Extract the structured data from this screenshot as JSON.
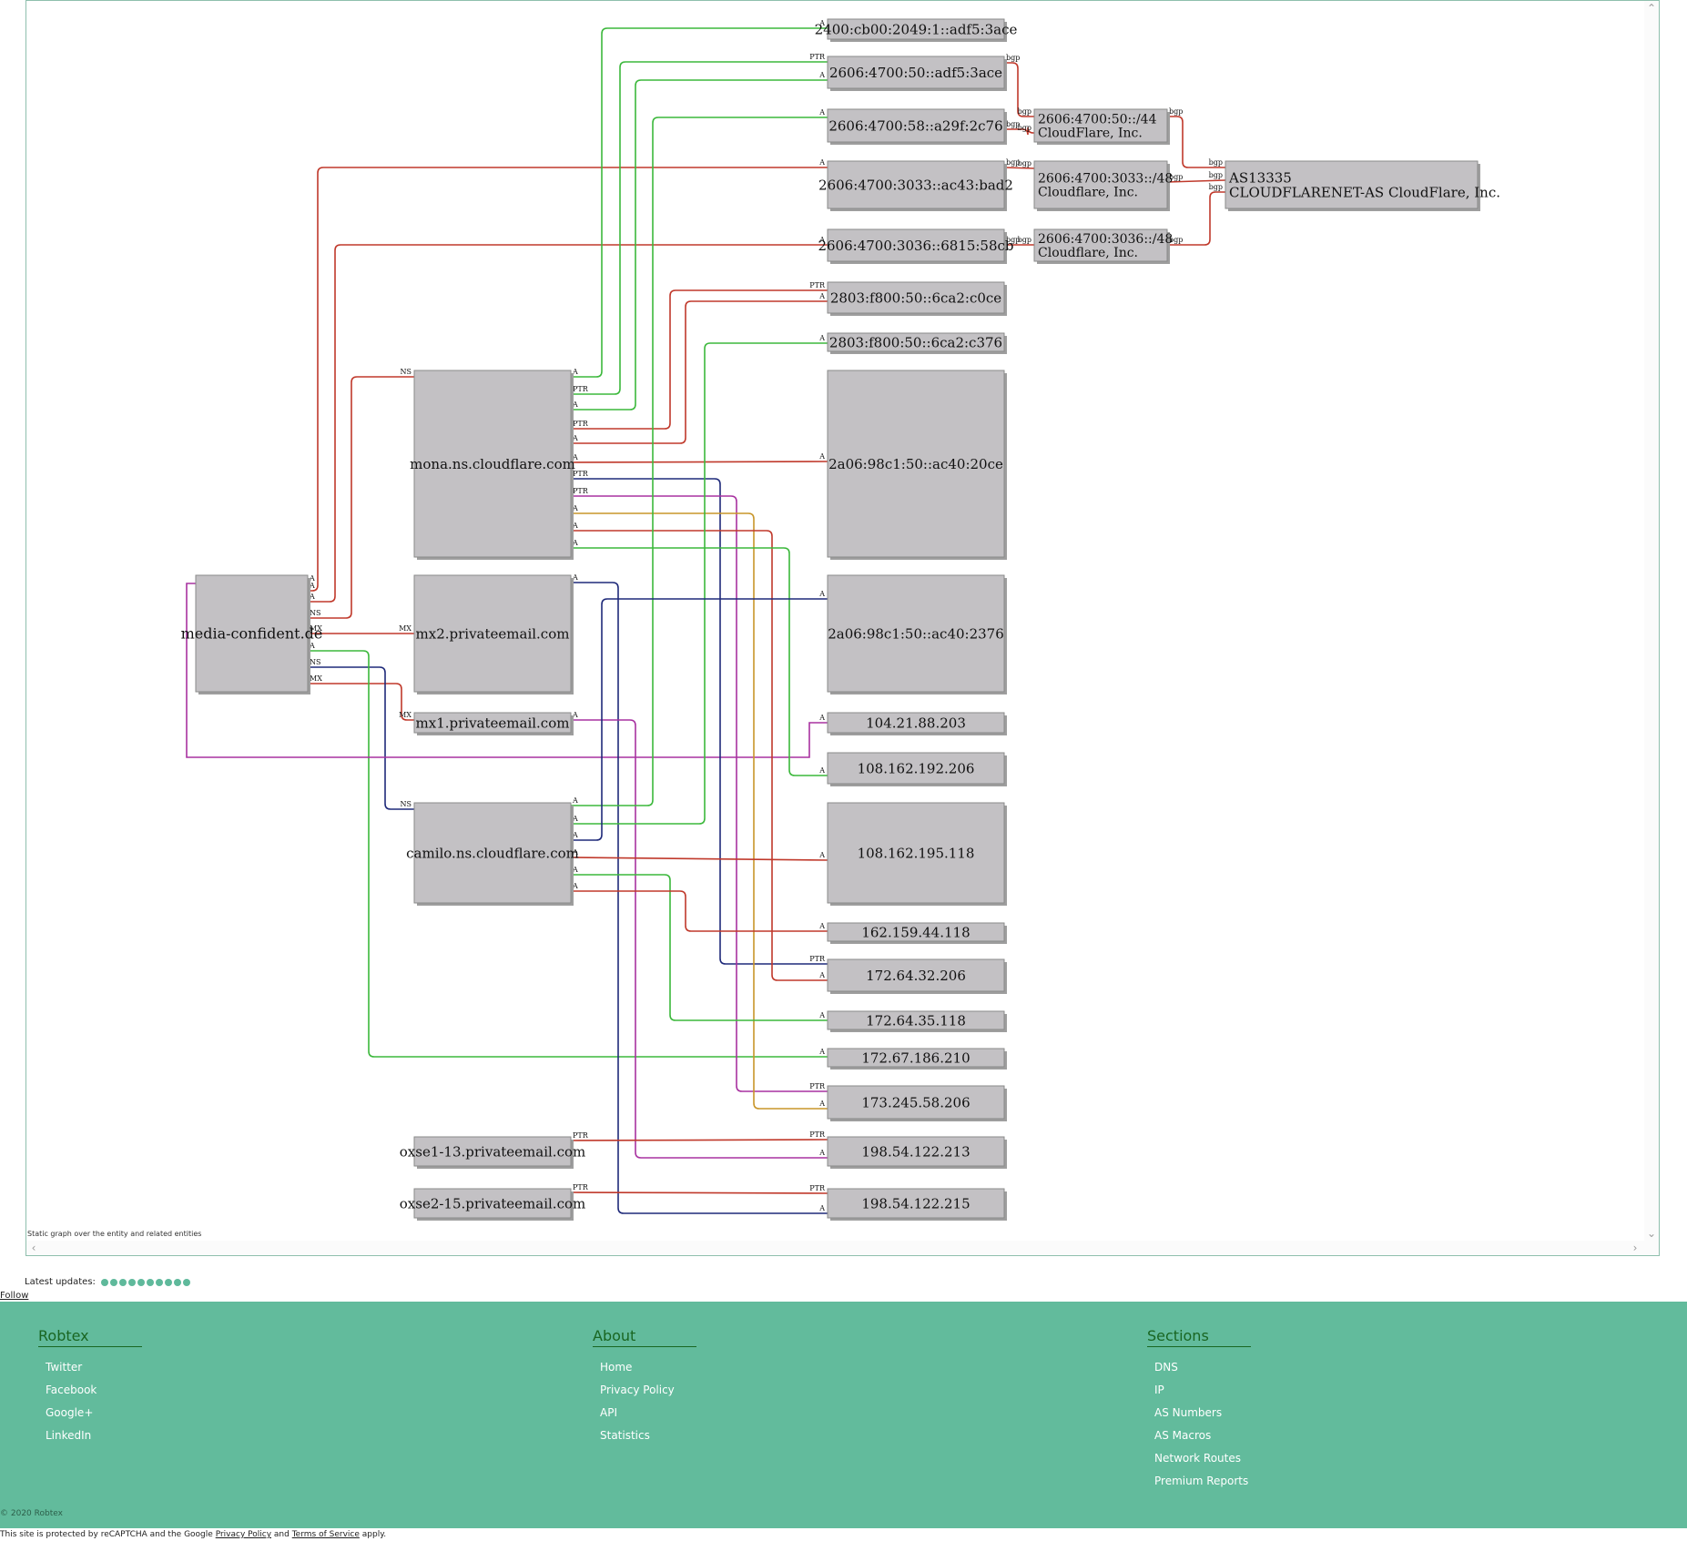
{
  "graph": {
    "nodes": [
      {
        "id": "domain",
        "lines": [
          "media-confident.de"
        ]
      },
      {
        "id": "mona",
        "lines": [
          "mona.ns.cloudflare.com"
        ]
      },
      {
        "id": "mx2",
        "lines": [
          "mx2.privateemail.com"
        ]
      },
      {
        "id": "mx1",
        "lines": [
          "mx1.privateemail.com"
        ]
      },
      {
        "id": "camilo",
        "lines": [
          "camilo.ns.cloudflare.com"
        ]
      },
      {
        "id": "oxse1",
        "lines": [
          "oxse1-13.privateemail.com"
        ]
      },
      {
        "id": "oxse2",
        "lines": [
          "oxse2-15.privateemail.com"
        ]
      },
      {
        "id": "ip-2400-adf5",
        "lines": [
          "2400:cb00:2049:1::adf5:3ace"
        ]
      },
      {
        "id": "ip-2606-adf5",
        "lines": [
          "2606:4700:50::adf5:3ace"
        ]
      },
      {
        "id": "ip-2606-a29f",
        "lines": [
          "2606:4700:58::a29f:2c76"
        ]
      },
      {
        "id": "ip-2606-ac43",
        "lines": [
          "2606:4700:3033::ac43:bad2"
        ]
      },
      {
        "id": "ip-2606-6815",
        "lines": [
          "2606:4700:3036::6815:58cb"
        ]
      },
      {
        "id": "ip-2803-c0ce",
        "lines": [
          "2803:f800:50::6ca2:c0ce"
        ]
      },
      {
        "id": "ip-2803-c376",
        "lines": [
          "2803:f800:50::6ca2:c376"
        ]
      },
      {
        "id": "ip-2a06-20ce",
        "lines": [
          "2a06:98c1:50::ac40:20ce"
        ]
      },
      {
        "id": "ip-2a06-2376",
        "lines": [
          "2a06:98c1:50::ac40:2376"
        ]
      },
      {
        "id": "ip-104",
        "lines": [
          "104.21.88.203"
        ]
      },
      {
        "id": "ip-108-206",
        "lines": [
          "108.162.192.206"
        ]
      },
      {
        "id": "ip-108-118",
        "lines": [
          "108.162.195.118"
        ]
      },
      {
        "id": "ip-162",
        "lines": [
          "162.159.44.118"
        ]
      },
      {
        "id": "ip-172-32",
        "lines": [
          "172.64.32.206"
        ]
      },
      {
        "id": "ip-172-35",
        "lines": [
          "172.64.35.118"
        ]
      },
      {
        "id": "ip-172-67",
        "lines": [
          "172.67.186.210"
        ]
      },
      {
        "id": "ip-173",
        "lines": [
          "173.245.58.206"
        ]
      },
      {
        "id": "ip-198-213",
        "lines": [
          "198.54.122.213"
        ]
      },
      {
        "id": "ip-198-215",
        "lines": [
          "198.54.122.215"
        ]
      },
      {
        "id": "net-50",
        "lines": [
          "2606:4700:50::/44",
          "CloudFlare, Inc."
        ]
      },
      {
        "id": "net-3033",
        "lines": [
          "2606:4700:3033::/48",
          "Cloudflare, Inc."
        ]
      },
      {
        "id": "net-3036",
        "lines": [
          "2606:4700:3036::/48",
          "Cloudflare, Inc."
        ]
      },
      {
        "id": "as13335",
        "lines": [
          "AS13335",
          "CLOUDFLARENET-AS CloudFlare, Inc."
        ]
      }
    ],
    "edges": [
      {
        "from": "domain",
        "to": "mona",
        "label_from": "NS",
        "label_to": "NS",
        "color": "#c0392b"
      },
      {
        "from": "domain",
        "to": "mx2",
        "label_from": "MX",
        "label_to": "MX",
        "color": "#c0392b"
      },
      {
        "from": "domain",
        "to": "mx1",
        "label_from": "MX",
        "label_to": "MX",
        "color": "#c0392b"
      },
      {
        "from": "domain",
        "to": "camilo",
        "label_from": "NS",
        "label_to": "NS",
        "color": "#1f2a7a"
      },
      {
        "from": "domain",
        "to": "ip-2606-ac43",
        "label_from": "A",
        "label_to": "A",
        "color": "#c0392b"
      },
      {
        "from": "domain",
        "to": "ip-2606-6815",
        "label_from": "A",
        "label_to": "A",
        "color": "#c0392b"
      },
      {
        "from": "domain",
        "to": "ip-172-67",
        "label_from": "A",
        "label_to": "A",
        "color": "#3cb83c"
      },
      {
        "from": "domain",
        "to": "ip-104",
        "label_from": "A",
        "label_to": "A",
        "color": "#a832a0"
      },
      {
        "from": "mona",
        "to": "ip-2400-adf5",
        "label_from": "A",
        "label_to": "A",
        "color": "#3cb83c"
      },
      {
        "from": "mona",
        "to": "ip-2606-adf5",
        "label_from": "PTR",
        "label_to": "PTR",
        "color": "#3cb83c"
      },
      {
        "from": "mona",
        "to": "ip-2606-adf5",
        "label_from": "A",
        "label_to": "A",
        "color": "#3cb83c"
      },
      {
        "from": "mona",
        "to": "ip-2803-c0ce",
        "label_from": "PTR",
        "label_to": "PTR",
        "color": "#c0392b"
      },
      {
        "from": "mona",
        "to": "ip-2803-c0ce",
        "label_from": "A",
        "label_to": "A",
        "color": "#c0392b"
      },
      {
        "from": "mona",
        "to": "ip-2a06-20ce",
        "label_from": "A",
        "label_to": "A",
        "color": "#c0392b"
      },
      {
        "from": "mona",
        "to": "ip-172-32",
        "label_from": "PTR",
        "label_to": "PTR",
        "color": "#1f2a7a"
      },
      {
        "from": "mona",
        "to": "ip-173",
        "label_from": "PTR",
        "label_to": "PTR",
        "color": "#a832a0"
      },
      {
        "from": "mona",
        "to": "ip-173",
        "label_from": "A",
        "label_to": "A",
        "color": "#c8962a"
      },
      {
        "from": "mona",
        "to": "ip-172-32",
        "label_from": "A",
        "label_to": "A",
        "color": "#c0392b"
      },
      {
        "from": "mona",
        "to": "ip-108-206",
        "label_from": "A",
        "label_to": "A",
        "color": "#3cb83c"
      },
      {
        "from": "mx2",
        "to": "ip-198-215",
        "label_from": "A",
        "label_to": "A",
        "color": "#1f2a7a"
      },
      {
        "from": "mx1",
        "to": "ip-198-213",
        "label_from": "A",
        "label_to": "A",
        "color": "#a832a0"
      },
      {
        "from": "camilo",
        "to": "ip-2606-a29f",
        "label_from": "A",
        "label_to": "A",
        "color": "#3cb83c"
      },
      {
        "from": "camilo",
        "to": "ip-2803-c376",
        "label_from": "A",
        "label_to": "A",
        "color": "#3cb83c"
      },
      {
        "from": "camilo",
        "to": "ip-2a06-2376",
        "label_from": "A",
        "label_to": "A",
        "color": "#1f2a7a"
      },
      {
        "from": "camilo",
        "to": "ip-108-118",
        "label_from": "A",
        "label_to": "A",
        "color": "#c0392b"
      },
      {
        "from": "camilo",
        "to": "ip-172-35",
        "label_from": "A",
        "label_to": "A",
        "color": "#3cb83c"
      },
      {
        "from": "camilo",
        "to": "ip-162",
        "label_from": "A",
        "label_to": "A",
        "color": "#c0392b"
      },
      {
        "from": "oxse1",
        "to": "ip-198-213",
        "label_from": "PTR",
        "label_to": "PTR",
        "color": "#c0392b"
      },
      {
        "from": "oxse2",
        "to": "ip-198-215",
        "label_from": "PTR",
        "label_to": "PTR",
        "color": "#c0392b"
      },
      {
        "from": "ip-2606-adf5",
        "to": "net-50",
        "label_from": "bgp",
        "label_to": "bgp",
        "color": "#c0392b"
      },
      {
        "from": "ip-2606-a29f",
        "to": "net-50",
        "label_from": "bgp",
        "label_to": "bgp",
        "color": "#c0392b"
      },
      {
        "from": "ip-2606-ac43",
        "to": "net-3033",
        "label_from": "bgp",
        "label_to": "bgp",
        "color": "#c0392b"
      },
      {
        "from": "ip-2606-6815",
        "to": "net-3036",
        "label_from": "bgp",
        "label_to": "bgp",
        "color": "#c0392b"
      },
      {
        "from": "net-50",
        "to": "as13335",
        "label_from": "bgp",
        "label_to": "bgp",
        "color": "#c0392b"
      },
      {
        "from": "net-3033",
        "to": "as13335",
        "label_from": "bgp",
        "label_to": "bgp",
        "color": "#c0392b"
      },
      {
        "from": "net-3036",
        "to": "as13335",
        "label_from": "bgp",
        "label_to": "bgp",
        "color": "#c0392b"
      }
    ],
    "caption": "Static graph over the entity and related entities"
  },
  "scrollbar": {
    "up_arrow": "⌃",
    "down_arrow": "⌄",
    "left_arrow": "‹",
    "right_arrow": "›"
  },
  "updates": {
    "label": "Latest updates:",
    "dot_count": 10,
    "dot_color": "#5fb99b"
  },
  "follow_link": "Follow",
  "footer": {
    "background": "#62bb9c",
    "columns": [
      {
        "title": "Robtex",
        "links": [
          "Twitter",
          "Facebook",
          "Google+",
          "LinkedIn"
        ]
      },
      {
        "title": "About",
        "links": [
          "Home",
          "Privacy Policy",
          "API",
          "Statistics"
        ]
      },
      {
        "title": "Sections",
        "links": [
          "DNS",
          "IP",
          "AS Numbers",
          "AS Macros",
          "Network Routes",
          "Premium Reports"
        ]
      }
    ],
    "copyright": "© 2020 Robtex"
  },
  "recaptcha": {
    "prefix": "This site is protected by reCAPTCHA and the Google",
    "privacy": "Privacy Policy",
    "and": "and",
    "terms": "Terms of Service",
    "suffix": "apply."
  }
}
